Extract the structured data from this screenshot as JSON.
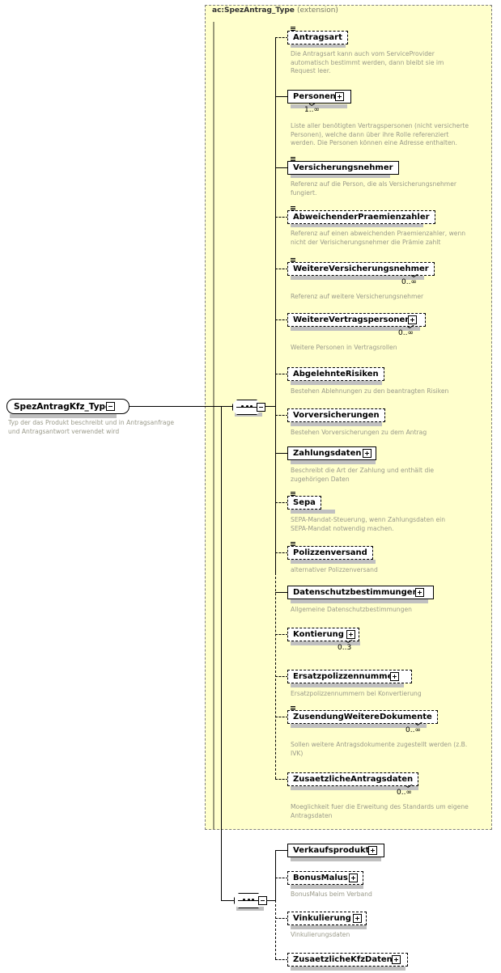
{
  "diagram": {
    "kind": "xsd-schema-tree",
    "root": {
      "name": "SpezAntragKfz_Type",
      "toggle": "minus",
      "documentation": "Typ der das Produkt beschreibt und in Antragsanfrage\nund Antragsantwort verwendet wird"
    },
    "group": {
      "label": "ac:SpezAntrag_Type",
      "qualifier": "(extension)"
    },
    "compositors": [
      {
        "id": "seq-extension",
        "type": "sequence",
        "toggle": "minus"
      },
      {
        "id": "seq-kfz",
        "type": "sequence",
        "toggle": "minus"
      }
    ],
    "elements": [
      {
        "name": "Antragsart",
        "occurrence": "",
        "required": false,
        "expandable": false,
        "attr_marker": true,
        "doc": "Die Antragsart kann auch vom ServiceProvider\nautomatisch bestimmt werden, dann bleibt sie im\nRequest leer."
      },
      {
        "name": "Personen",
        "occurrence": "1..∞",
        "required": true,
        "expandable": true,
        "attr_marker": false,
        "doc": "Liste aller benötigten Vertragspersonen (nicht versicherte\nPersonen), welche dann über ihre Rolle referenziert\nwerden. Die Personen können eine Adresse enthalten."
      },
      {
        "name": "Versicherungsnehmer",
        "occurrence": "",
        "required": true,
        "expandable": false,
        "attr_marker": true,
        "doc": "Referenz auf die Person, die als Versicherungsnehmer\nfungiert."
      },
      {
        "name": "AbweichenderPraemienzahler",
        "occurrence": "",
        "required": false,
        "expandable": false,
        "attr_marker": true,
        "doc": "Referenz auf einen abweichenden Praemienzahler, wenn\nnicht der Verisicherungsnehmer die Prämie zahlt"
      },
      {
        "name": "WeitereVersicherungsnehmer",
        "occurrence": "0..∞",
        "required": false,
        "expandable": false,
        "attr_marker": true,
        "doc": "Referenz auf weitere Versicherungsnehmer"
      },
      {
        "name": "WeitereVertragspersonen",
        "occurrence": "0..∞",
        "required": false,
        "expandable": true,
        "attr_marker": false,
        "doc": "Weitere Personen in Vertragsrollen"
      },
      {
        "name": "AbgelehnteRisiken",
        "occurrence": "",
        "required": false,
        "expandable": false,
        "attr_marker": false,
        "doc": "Bestehen Ablehnungen zu den beantragten Risiken"
      },
      {
        "name": "Vorversicherungen",
        "occurrence": "",
        "required": false,
        "expandable": false,
        "attr_marker": false,
        "doc": "Bestehen Vorversicherungen zu dem Antrag"
      },
      {
        "name": "Zahlungsdaten",
        "occurrence": "",
        "required": true,
        "expandable": true,
        "attr_marker": false,
        "doc": "Beschreibt die Art der Zahlung und enthält die\nzugehörigen Daten"
      },
      {
        "name": "Sepa",
        "occurrence": "",
        "required": false,
        "expandable": false,
        "attr_marker": true,
        "doc": "SEPA-Mandat-Steuerung, wenn Zahlungsdaten ein\nSEPA-Mandat notwendig machen."
      },
      {
        "name": "Polizzenversand",
        "occurrence": "",
        "required": false,
        "expandable": false,
        "attr_marker": true,
        "doc": "alternativer Polizzenversand"
      },
      {
        "name": "Datenschutzbestimmungen",
        "occurrence": "",
        "required": true,
        "expandable": true,
        "attr_marker": false,
        "doc": "Allgemeine Datenschutzbestimmungen"
      },
      {
        "name": "Kontierung",
        "occurrence": "0..3",
        "required": false,
        "expandable": true,
        "attr_marker": false,
        "doc": ""
      },
      {
        "name": "Ersatzpolizzennummer",
        "occurrence": "",
        "required": false,
        "expandable": true,
        "attr_marker": false,
        "doc": "Ersatzpolizzennummern bei Konvertierung"
      },
      {
        "name": "ZusendungWeitereDokumente",
        "occurrence": "0..∞",
        "required": false,
        "expandable": false,
        "attr_marker": true,
        "doc": "Sollen weitere Antragsdokumente zugestellt werden (z.B.\nIVK)"
      },
      {
        "name": "ZusaetzlicheAntragsdaten",
        "occurrence": "0..∞",
        "required": false,
        "expandable": false,
        "attr_marker": false,
        "doc": "Moeglichkeit fuer die Erweitung des Standards um eigene\nAntragsdaten"
      },
      {
        "name": "Verkaufsprodukt",
        "occurrence": "",
        "required": true,
        "expandable": true,
        "attr_marker": false,
        "doc": ""
      },
      {
        "name": "BonusMalus",
        "occurrence": "",
        "required": false,
        "expandable": true,
        "attr_marker": false,
        "doc": "BonusMalus beim Verband"
      },
      {
        "name": "Vinkulierung",
        "occurrence": "",
        "required": false,
        "expandable": true,
        "attr_marker": false,
        "doc": "Vinkulierungsdaten"
      },
      {
        "name": "ZusaetzlicheKfzDaten",
        "occurrence": "",
        "required": false,
        "expandable": true,
        "attr_marker": false,
        "doc": ""
      }
    ],
    "colors": {
      "group_background": "#ffffcc",
      "group_border": "#808080",
      "doc_text": "#9a9a8a",
      "node_border": "#000000",
      "shadow": "#c0c0c0"
    }
  }
}
